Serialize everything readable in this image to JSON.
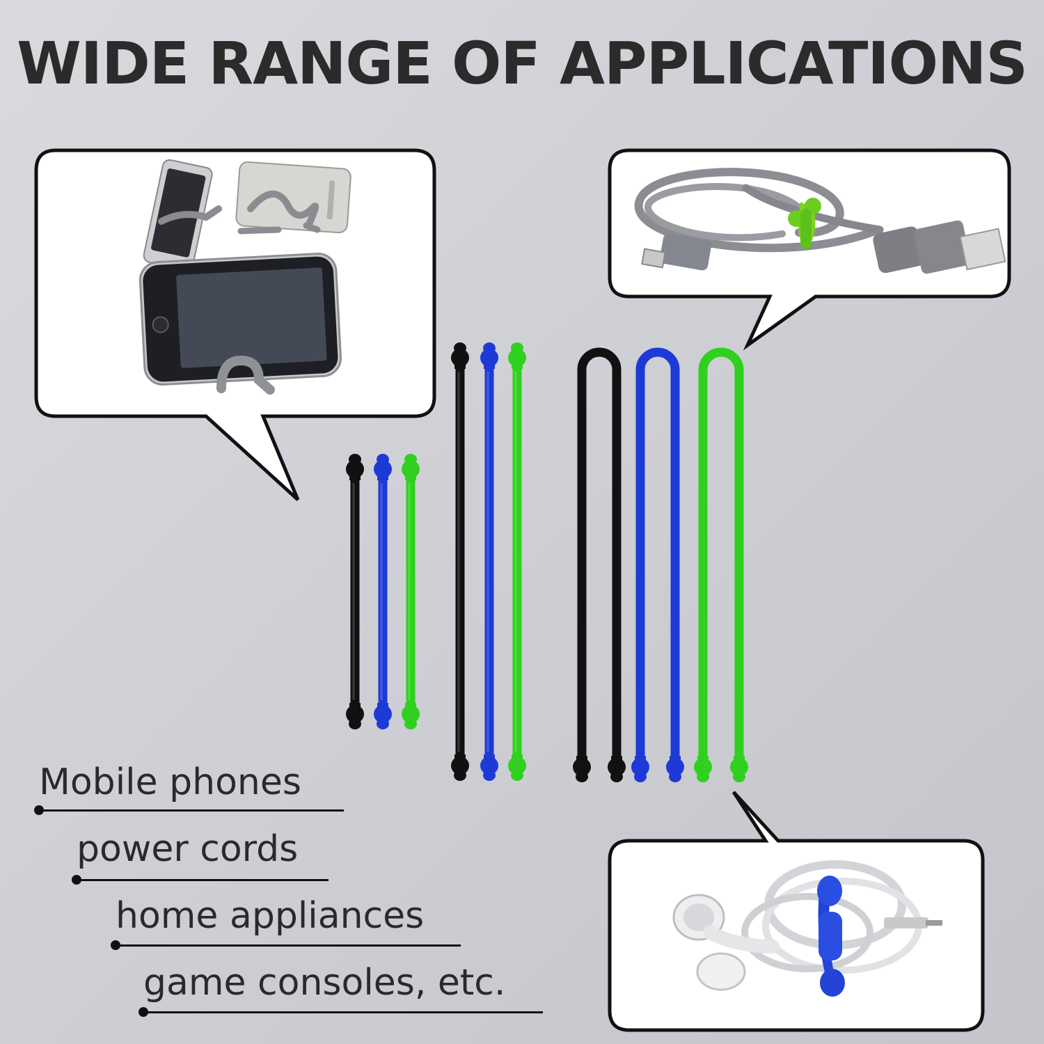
{
  "headline": "WIDE RANGE OF APPLICATIONS",
  "colors": {
    "tie_black": "#111111",
    "tie_blue": "#1e3ad6",
    "tie_green": "#2fd01e",
    "background": "#cfd0d5",
    "headline": "#2b2b2b"
  },
  "bubbles": [
    {
      "icon": "phone-stand-icon"
    },
    {
      "icon": "usb-cable-icon"
    },
    {
      "icon": "earphones-icon"
    }
  ],
  "uses": [
    {
      "label": "Mobile phones"
    },
    {
      "label": "power cords"
    },
    {
      "label": "home appliances"
    },
    {
      "label": "game consoles, etc."
    }
  ]
}
